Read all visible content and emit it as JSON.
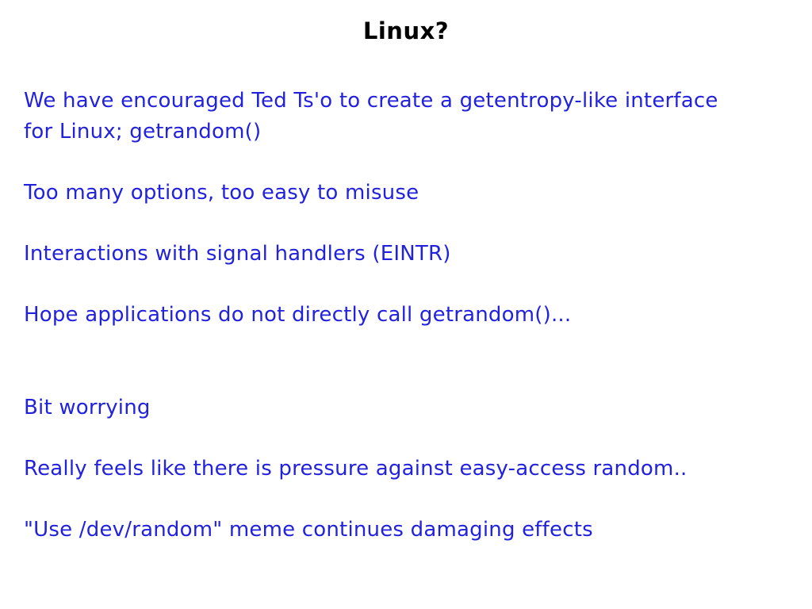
{
  "slide": {
    "title": "Linux?",
    "background_color": "#ffffff",
    "title_color": "#000000",
    "text_color": "#2222dd",
    "paragraphs": [
      {
        "text": "We have encouraged Ted Ts'o to create a getentropy-like interface\nfor Linux; getrandom()"
      },
      {
        "text": "Too many options, too easy to misuse"
      },
      {
        "text": "Interactions with signal handlers (EINTR)"
      },
      {
        "text": "Hope applications do not directly call getrandom()..."
      },
      {
        "text": "Bit worrying",
        "extra_gap": true
      },
      {
        "text": "Really feels like there is pressure against easy-access random.."
      },
      {
        "text": "\"Use /dev/random\" meme continues damaging effects"
      }
    ]
  }
}
